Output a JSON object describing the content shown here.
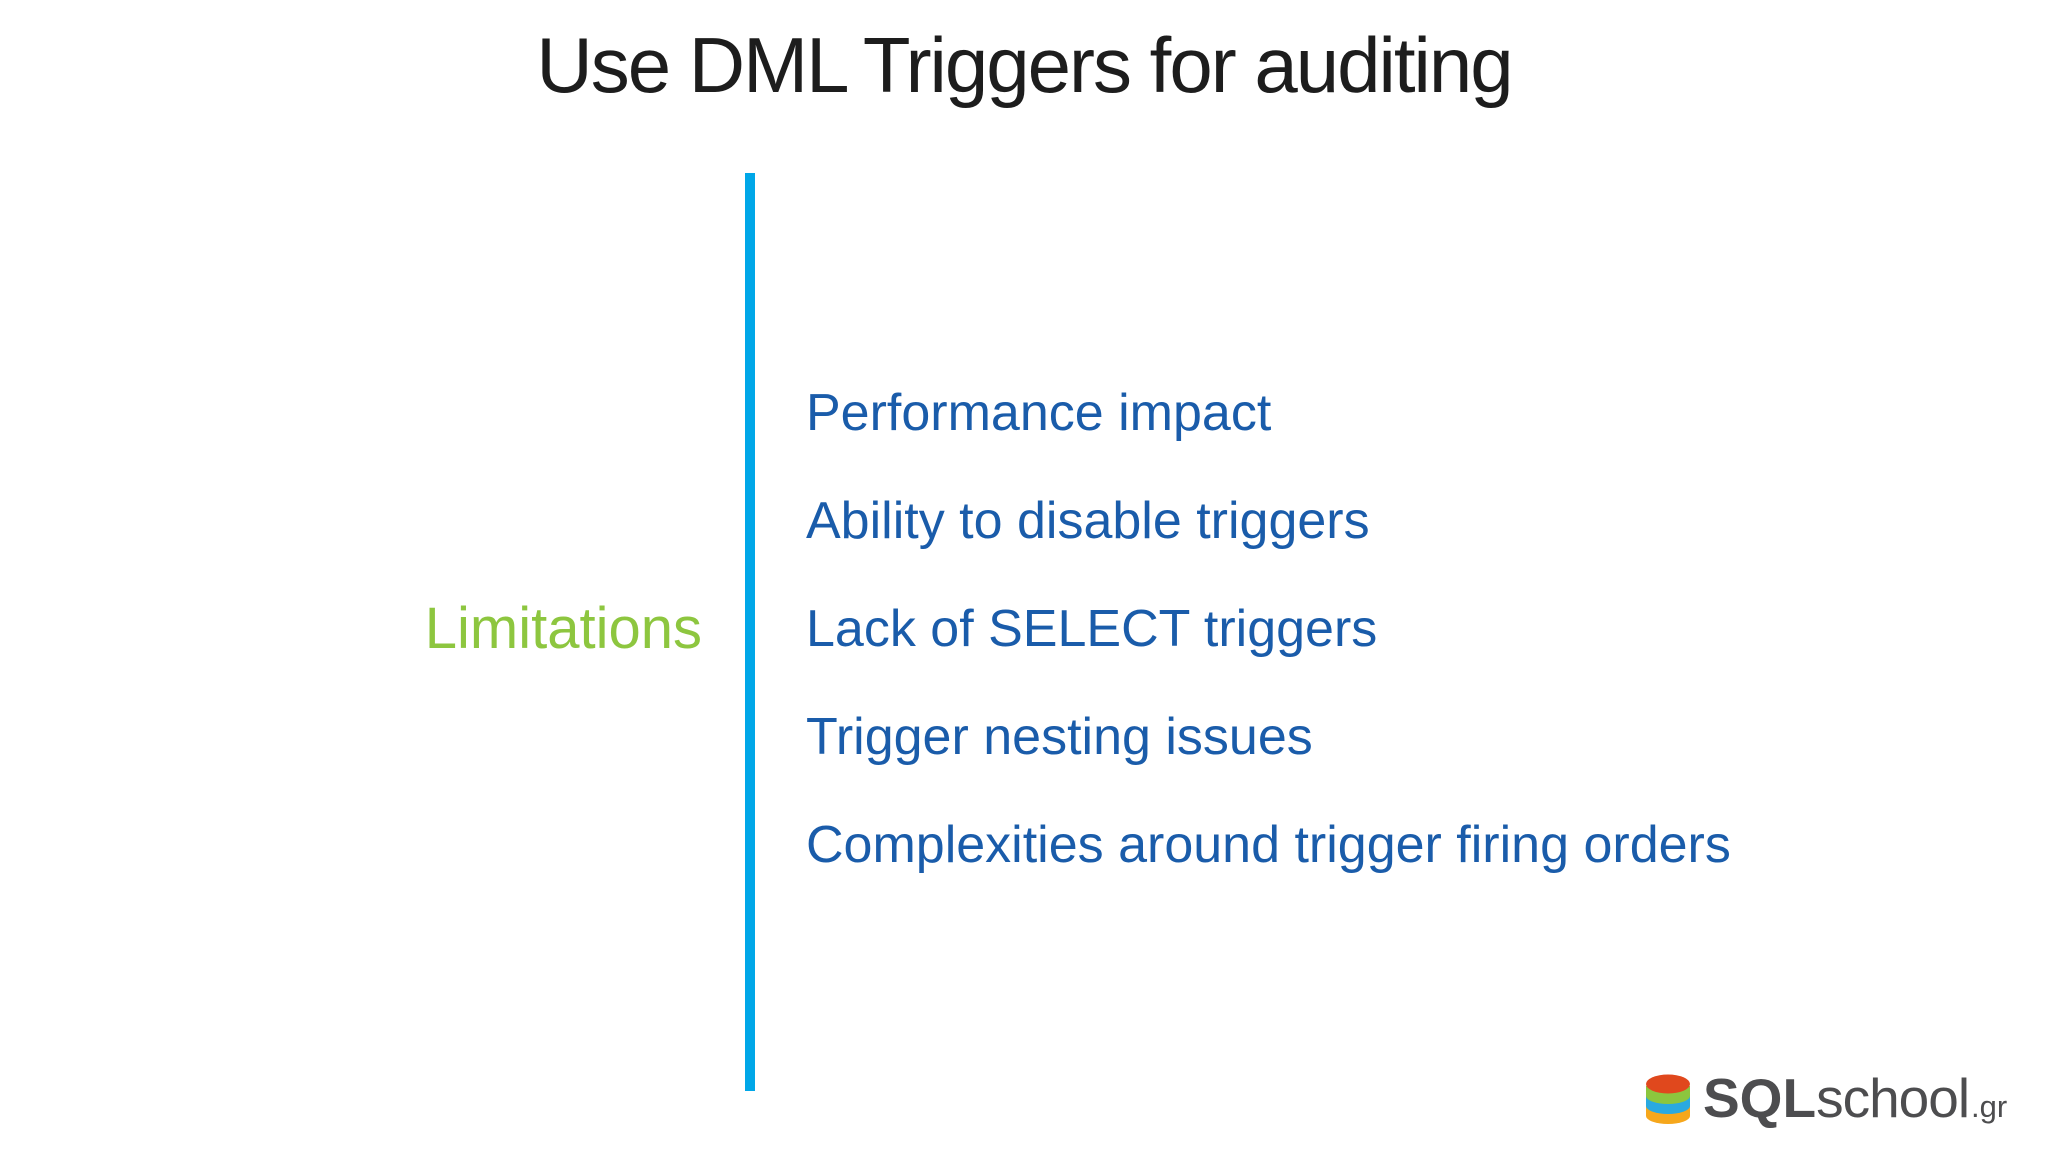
{
  "slide": {
    "title": "Use DML Triggers for auditing",
    "section_label": "Limitations",
    "items": [
      "Performance impact",
      "Ability to disable triggers",
      "Lack of SELECT triggers",
      "Trigger nesting issues",
      "Complexities around trigger firing orders"
    ],
    "colors": {
      "background": "#ffffff",
      "title_text": "#1d1d1d",
      "label_green": "#8dc63f",
      "divider_blue": "#00a7e8",
      "item_blue": "#1a5caa",
      "logo_gray": "#4d4d4f"
    },
    "logo": {
      "sql": "SQL",
      "school": "school",
      "tld": ".gr",
      "icon": "database-icon",
      "icon_colors": {
        "top_cap": "#e0481d",
        "band_green": "#8cc63e",
        "band_blue": "#2aa9e0",
        "band_yellow": "#f6a71c"
      }
    }
  }
}
